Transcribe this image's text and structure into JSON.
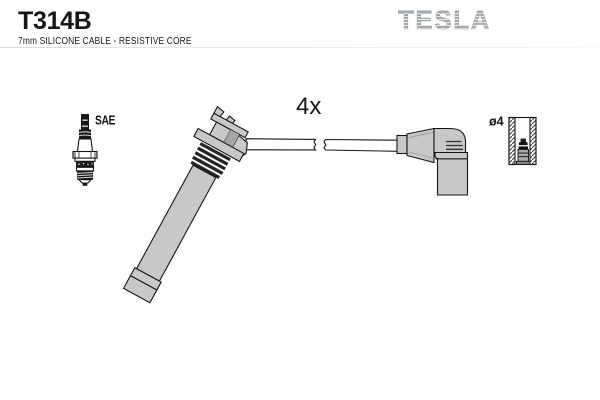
{
  "header": {
    "part_number": "T314B",
    "subtitle": "7mm SILICONE CABLE - RESISTIVE CORE",
    "brand": "TESLA"
  },
  "diagram": {
    "quantity_label": "4x",
    "plug_terminal_label": "SAE",
    "terminal_diameter_label": "ø4",
    "icons": {
      "spark_plug": "spark-plug-icon",
      "coil_boot": "coil-boot-icon",
      "cable": "cable-icon",
      "cable_break": "cable-break-icon",
      "elbow_boot": "elbow-boot-icon",
      "terminal_section": "terminal-section-icon",
      "brand_logo": "tesla-logo"
    }
  },
  "colors": {
    "background": "#ffffff",
    "ink": "#161616",
    "part-fill": "#c8c8c8",
    "part-dark": "#a6a6a6",
    "logo-gray": "#a3a8ac",
    "rule": "#dcdcdc"
  }
}
